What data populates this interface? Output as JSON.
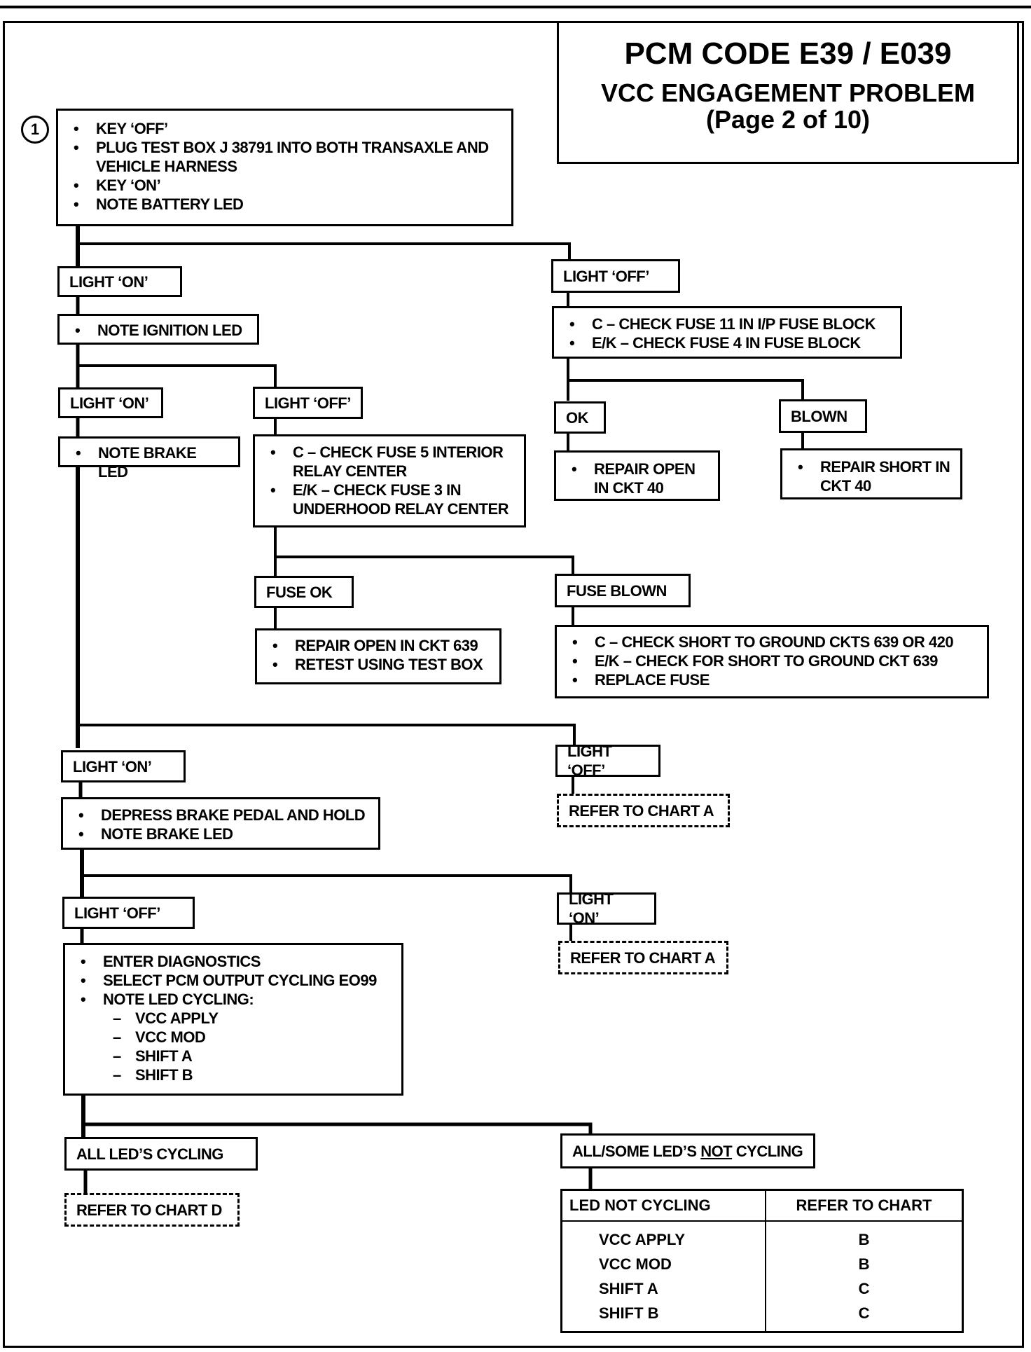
{
  "title": {
    "line1": "PCM CODE E39 / E039",
    "line2": "VCC ENGAGEMENT PROBLEM",
    "line3": "(Page 2 of 10)"
  },
  "step_number": "1",
  "step1": [
    "KEY ‘OFF’",
    "PLUG TEST BOX J  38791 INTO BOTH TRANSAXLE AND VEHICLE HARNESS",
    "KEY ‘ON’",
    "NOTE BATTERY LED"
  ],
  "battery_on": "LIGHT ‘ON’",
  "battery_off": "LIGHT ‘OFF’",
  "ignition_step": [
    "NOTE IGNITION LED"
  ],
  "fuse_check_ip": [
    "C – CHECK FUSE 11 IN I/P FUSE BLOCK",
    "E/K – CHECK FUSE 4 IN FUSE BLOCK"
  ],
  "ok_label": "OK",
  "blown_label": "BLOWN",
  "repair_open_40": [
    "REPAIR  OPEN IN CKT 40"
  ],
  "repair_short_40": [
    "REPAIR  SHORT IN CKT 40"
  ],
  "ignition_on": "LIGHT ‘ON’",
  "ignition_off": "LIGHT ‘OFF’",
  "brake_step": [
    "NOTE BRAKE LED"
  ],
  "fuse_check_relay": [
    "C – CHECK FUSE 5 INTERIOR RELAY CENTER",
    "E/K – CHECK FUSE 3 IN UNDERHOOD RELAY CENTER"
  ],
  "fuse_ok": "FUSE OK",
  "fuse_blown": "FUSE BLOWN",
  "repair_open_639": [
    "REPAIR OPEN IN CKT 639",
    "RETEST USING TEST BOX"
  ],
  "check_short": [
    "C – CHECK SHORT TO GROUND CKTS 639 OR 420",
    "E/K – CHECK FOR SHORT TO GROUND CKT 639",
    "REPLACE  FUSE"
  ],
  "brake_on": "LIGHT ‘ON’",
  "brake_off": "LIGHT ‘OFF’",
  "refer_a1": "REFER TO CHART A",
  "depress_step": [
    "DEPRESS BRAKE PEDAL AND HOLD",
    "NOTE BRAKE LED"
  ],
  "pedal_off": "LIGHT ‘OFF’",
  "pedal_on": "LIGHT ‘ON’",
  "refer_a2": "REFER TO CHART A",
  "diag_step": [
    "ENTER DIAGNOSTICS",
    "SELECT PCM OUTPUT CYCLING EO99",
    "NOTE LED CYCLING:"
  ],
  "diag_sub": [
    "VCC APPLY",
    "VCC MOD",
    "SHIFT A",
    "SHIFT B"
  ],
  "all_cycling": "ALL LED’S CYCLING",
  "not_cycling_pre": "ALL/SOME LED’S ",
  "not_cycling_u": "NOT",
  "not_cycling_post": " CYCLING",
  "refer_d": "REFER TO CHART D",
  "table": {
    "headers": [
      "LED NOT CYCLING",
      "REFER TO CHART"
    ],
    "rows": [
      [
        "VCC APPLY",
        "B"
      ],
      [
        "VCC MOD",
        "B"
      ],
      [
        "SHIFT A",
        "C"
      ],
      [
        "SHIFT B",
        "C"
      ]
    ]
  }
}
